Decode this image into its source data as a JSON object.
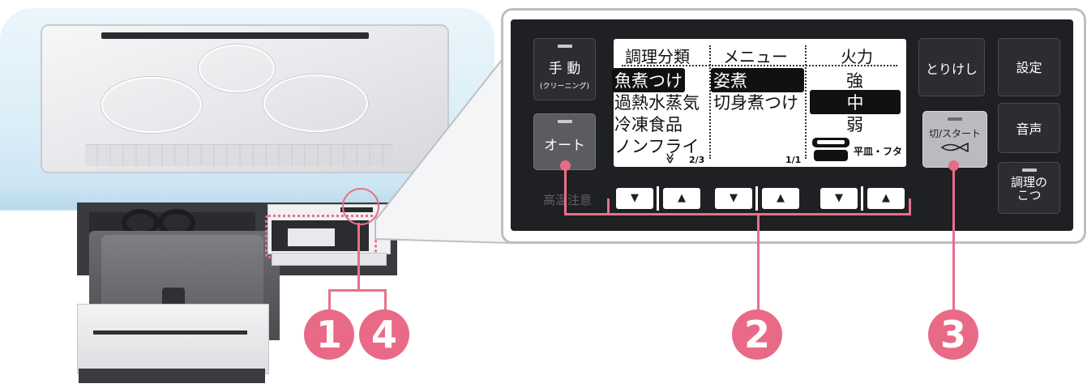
{
  "panel": {
    "left_keys": {
      "manual": {
        "label": "手 動",
        "sub": "(クリーニング)"
      },
      "auto": {
        "label": "オート"
      }
    },
    "lcd": {
      "headers": [
        "調理分類",
        "メニュー",
        "火力"
      ],
      "categories": [
        "魚煮つけ",
        "過熱水蒸気",
        "冷凍食品",
        "ノンフライ"
      ],
      "menus": [
        "姿煮",
        "切身煮つけ"
      ],
      "heat_levels": [
        "強",
        "中",
        "弱"
      ],
      "selected": {
        "category": "魚煮つけ",
        "menu": "姿煮",
        "heat": "中"
      },
      "category_page": "2/3",
      "menu_page": "1/1",
      "more_glyph": "≫",
      "accessory_label": "平皿・フタ"
    },
    "right_keys": {
      "cancel": "とりけし",
      "settings": "設定",
      "start": "切/スタート",
      "voice": "音声",
      "tips": "調理の\nこつ"
    },
    "arrow_down": "▼",
    "arrow_up": "▲",
    "caution_text": "高温注意"
  },
  "callouts": {
    "one": "1",
    "four": "4",
    "two": "2",
    "three": "3"
  },
  "colors": {
    "accent_pink": "#e96a87",
    "panel_bg": "#1f2023",
    "lcd_bg": "#ffffff"
  }
}
